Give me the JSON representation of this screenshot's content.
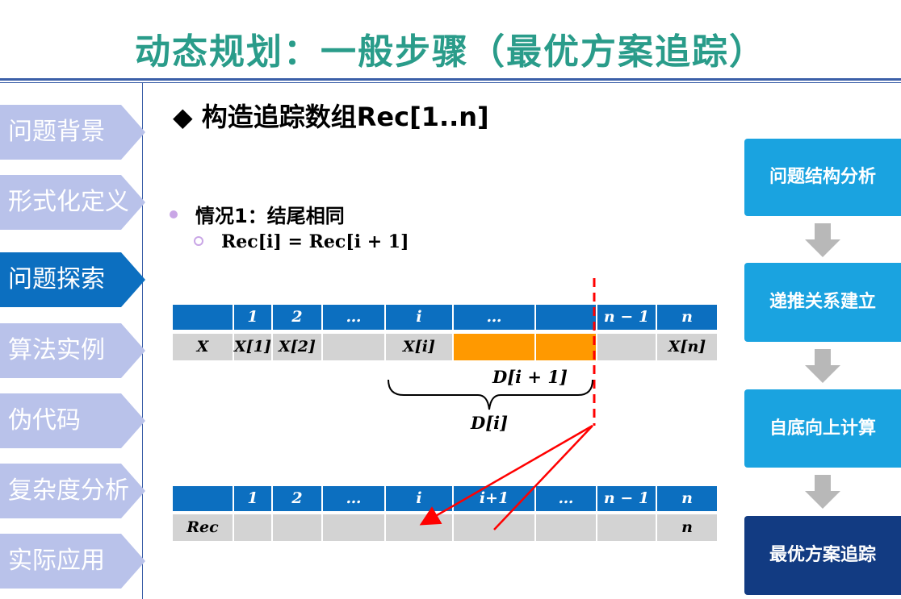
{
  "title": "动态规划：一般步骤（最优方案追踪）",
  "nav": [
    {
      "label": "问题背景",
      "active": false
    },
    {
      "label": "形式化定义",
      "active": false
    },
    {
      "label": "问题探索",
      "active": true
    },
    {
      "label": "算法实例",
      "active": false
    },
    {
      "label": "伪代码",
      "active": false
    },
    {
      "label": "复杂度分析",
      "active": false
    },
    {
      "label": "实际应用",
      "active": false
    }
  ],
  "heading": "◆ 构造追踪数组Rec[1..n]",
  "case1": "情况1：结尾相同",
  "formula": "Rec[i] = Rec[i + 1]",
  "steps": [
    {
      "label": "问题结构分析",
      "active": false
    },
    {
      "label": "递推关系建立",
      "active": false
    },
    {
      "label": "自底向上计算",
      "active": false
    },
    {
      "label": "最优方案追踪",
      "active": true
    }
  ],
  "table_x": {
    "header": [
      "",
      "1",
      "2",
      "…",
      "i",
      "…",
      "",
      "n − 1",
      "n"
    ],
    "row": [
      "X",
      "X[1]",
      "X[2]",
      "",
      "X[i]",
      "",
      "",
      "",
      "X[n]"
    ]
  },
  "table_rec": {
    "header": [
      "",
      "1",
      "2",
      "…",
      "i",
      "i+1",
      "…",
      "n − 1",
      "n"
    ],
    "row": [
      "Rec",
      "",
      "",
      "",
      "",
      "",
      "",
      "",
      "n"
    ]
  },
  "label_d_next": "D[i + 1]",
  "label_d_i": "D[i]",
  "colors": {
    "title": "#2a9c8a",
    "nav_inactive": "#b9c2ea",
    "nav_active": "#0c6fc0",
    "step_inactive": "#1aa3e0",
    "step_active": "#123b82",
    "table_header": "#0c6fc0",
    "table_row": "#d3d3d3",
    "highlight": "#ff9900",
    "arrow": "#ff0000"
  }
}
